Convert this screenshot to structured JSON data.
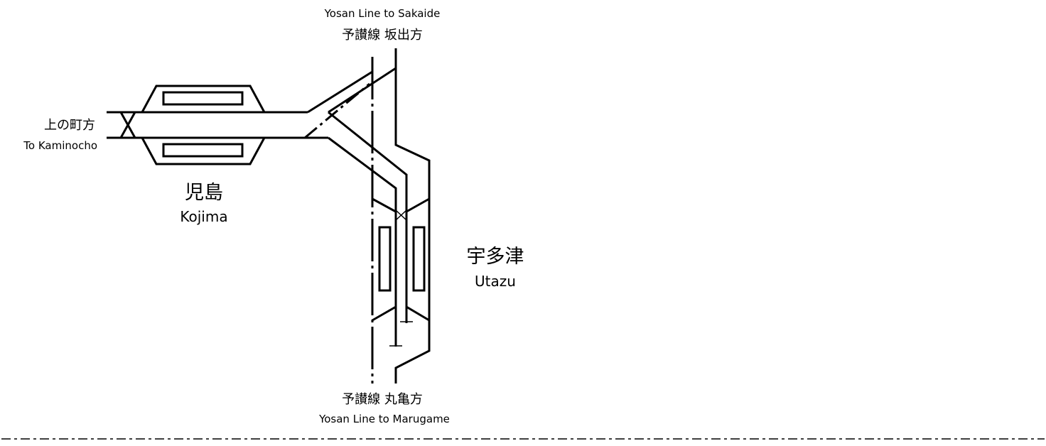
{
  "colors": {
    "line": "#000000",
    "background": "#ffffff"
  },
  "labels": {
    "top": {
      "jp": "予讃線 坂出方",
      "en": "Yosan Line to Sakaide"
    },
    "bottom": {
      "jp": "予讃線 丸亀方",
      "en": "Yosan Line to Marugame"
    },
    "left": {
      "jp": "上の町方",
      "en": "To Kaminocho"
    }
  },
  "stations": {
    "kojima": {
      "jp": "児島",
      "en": "Kojima"
    },
    "utazu": {
      "jp": "宇多津",
      "en": "Utazu"
    }
  }
}
